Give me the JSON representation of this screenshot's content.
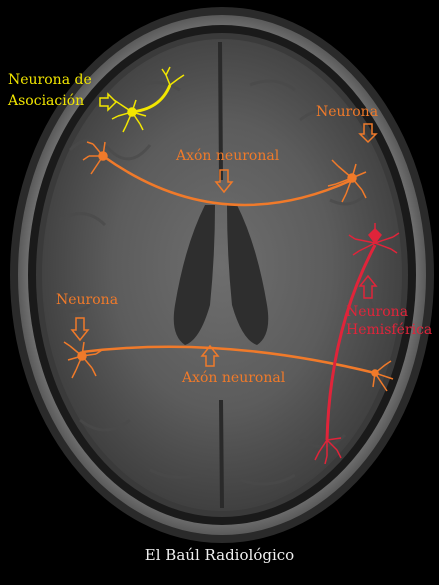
{
  "labels": {
    "assoc_line1": "Neurona de",
    "assoc_line2": "Asociación",
    "neuron_right": "Neurona",
    "neuron_left": "Neurona",
    "axon_top": "Axón neuronal",
    "axon_bottom": "Axón neuronal",
    "hemi_line1": "Neurona",
    "hemi_line2": "Hemisférica"
  },
  "caption": "El Baúl Radiológico",
  "colors": {
    "association": "#f2e600",
    "commissural": "#f07a2a",
    "hemispheric": "#e0243a",
    "background": "#000000",
    "caption": "#f0f0f0"
  }
}
